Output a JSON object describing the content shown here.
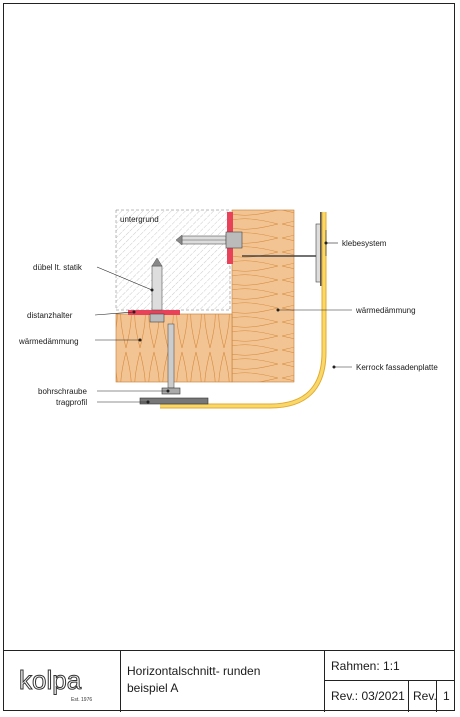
{
  "labels": {
    "untergrund": "untergrund",
    "duebel": "dübel lt. statik",
    "distanzhalter": "distanzhalter",
    "waermedaemmung_left": "wärmedämmung",
    "bohrschraube": "bohrschraube",
    "tragprofil": "tragprofil",
    "klebesystem": "klebesystem",
    "waermedaemmung_right": "wärmedämmung",
    "kerrock": "Kerrock fassadenplatte"
  },
  "title_block": {
    "logo_text": "kolpa",
    "logo_sub": "Est. 1976",
    "title_line1": "Horizontalschnitt- runden",
    "title_line2": "beispiel A",
    "rahmen": "Rahmen: 1:1",
    "rev_date": "Rev.: 03/2021",
    "rev_label": "Rev.",
    "rev_number": "1"
  },
  "colors": {
    "insulation": "#f1b97a",
    "panel": "#f4c64a",
    "bracket": "#e8415a",
    "hatch": "#9a9a9a"
  }
}
